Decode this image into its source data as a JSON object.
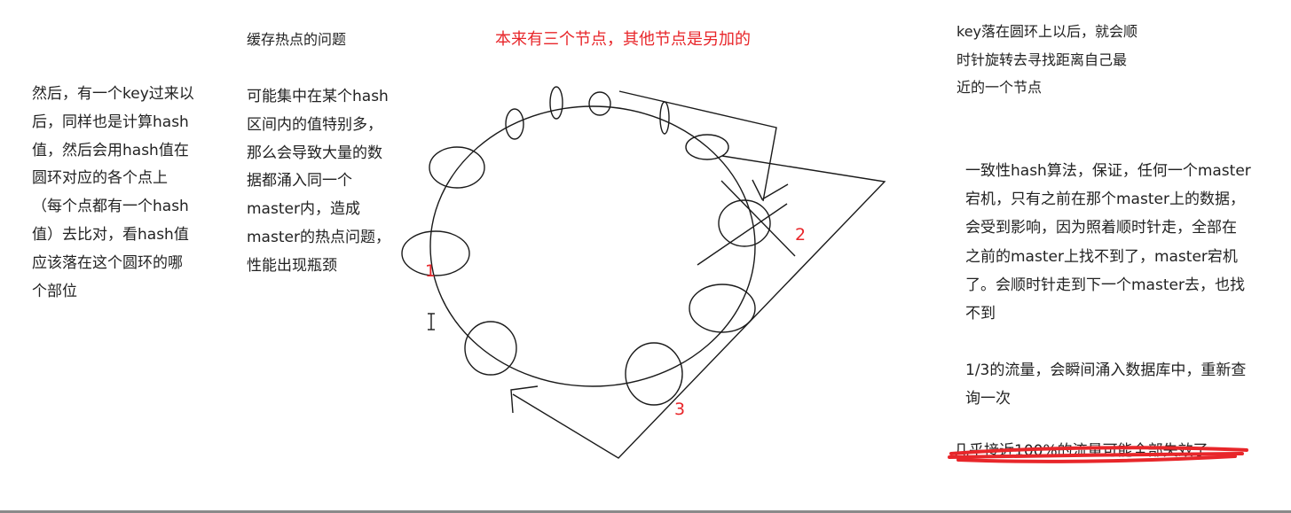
{
  "colors": {
    "text": "#222222",
    "accent_red": "#e8262a",
    "stroke": "#1a1a1a",
    "bottom_border": "#8a8a8a"
  },
  "left_note": "然后，有一个key过来以\n后，同样也是计算hash\n值，然后会用hash值在\n圆环对应的各个点上\n（每个点都有一个hash\n值）去比对，看hash值\n应该落在这个圆环的哪\n个部位",
  "hotspot": {
    "title": "缓存热点的问题",
    "note": "可能集中在某个hash\n区间内的值特别多，\n那么会导致大量的数\n据都涌入同一个\nmaster内，造成\nmaster的热点问题，\n性能出现瓶颈"
  },
  "red_title": "本来有三个节点，其他节点是另加的",
  "key_note": "key落在圆环上以后，就会顺\n时针旋转去寻找距离自己最\n近的一个节点",
  "consistent_note": "一致性hash算法，保证，任何一个master\n宕机，只有之前在那个master上的数据，\n会受到影响，因为照着顺时针走，全部在\n之前的master上找不到了，master宕机\n了。会顺时针走到下一个master去，也找\n不到",
  "traffic_note": "1/3的流量，会瞬间涌入数据库中，重新查\n询一次",
  "struck_line": "几乎接近100%的流量可能全部失效了",
  "diagram": {
    "node_labels": [
      "1",
      "2",
      "3"
    ],
    "cursor_glyph": "I"
  }
}
